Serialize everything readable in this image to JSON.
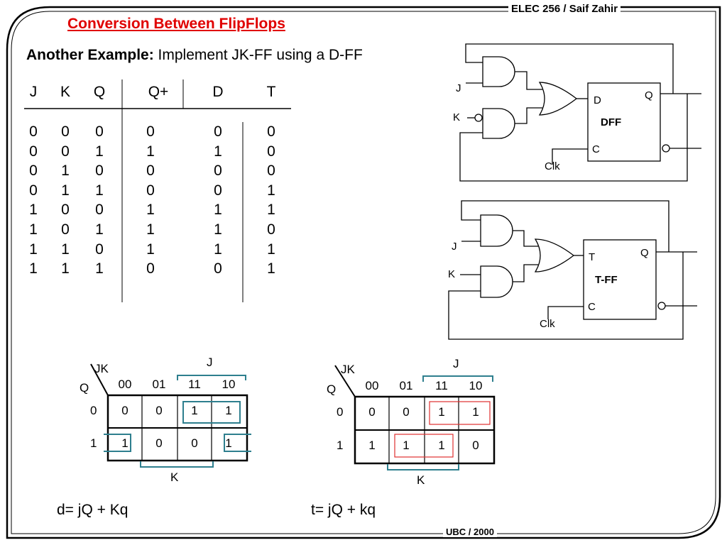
{
  "header": {
    "course": "ELEC 256 / Saif Zahir"
  },
  "footer": {
    "org": "UBC / 2000"
  },
  "title": "Conversion Between FlipFlops",
  "subtitle": {
    "bold": "Another Example:",
    "text": "Implement JK-FF using  a D-FF"
  },
  "truth_table": {
    "headers": [
      "J",
      "K",
      "Q",
      "Q+",
      "D",
      "T"
    ],
    "J": [
      "0",
      "0",
      "0",
      "0",
      "1",
      "1",
      "1",
      "1"
    ],
    "K": [
      "0",
      "0",
      "1",
      "1",
      "0",
      "0",
      "1",
      "1"
    ],
    "Q": [
      "0",
      "1",
      "0",
      "1",
      "0",
      "1",
      "0",
      "1"
    ],
    "Qp": [
      "0",
      "1",
      "0",
      "0",
      "1",
      "1",
      "1",
      "0"
    ],
    "D": [
      "0",
      "1",
      "0",
      "0",
      "1",
      "1",
      "1",
      "0"
    ],
    "T": [
      "0",
      "0",
      "0",
      "1",
      "1",
      "0",
      "1",
      "1"
    ]
  },
  "dff_circuit": {
    "j": "J",
    "k": "K",
    "d": "D",
    "q": "Q",
    "name": "DFF",
    "c": "C",
    "clk": "Clk"
  },
  "tff_circuit": {
    "j": "J",
    "k": "K",
    "t": "T",
    "q": "Q",
    "name": "T-FF",
    "c": "C",
    "clk": "Clk"
  },
  "kmap_d": {
    "jk": "JK",
    "q": "Q",
    "cols": [
      "00",
      "01",
      "11",
      "10"
    ],
    "rows": [
      "0",
      "1"
    ],
    "cells": [
      [
        "0",
        "0",
        "1",
        "1"
      ],
      [
        "1",
        "0",
        "0",
        "1"
      ]
    ],
    "j": "J",
    "k": "K",
    "equation": "d= jQ + Kq"
  },
  "kmap_t": {
    "jk": "JK",
    "q": "Q",
    "cols": [
      "00",
      "01",
      "11",
      "10"
    ],
    "rows": [
      "0",
      "1"
    ],
    "cells": [
      [
        "0",
        "0",
        "1",
        "1"
      ],
      [
        "1",
        "1",
        "1",
        "0"
      ]
    ],
    "j": "J",
    "k": "K",
    "equation": "t= jQ + kq"
  },
  "colors": {
    "title": "#e00000",
    "teal": "#2e7f8e",
    "red_group": "#e03030"
  }
}
